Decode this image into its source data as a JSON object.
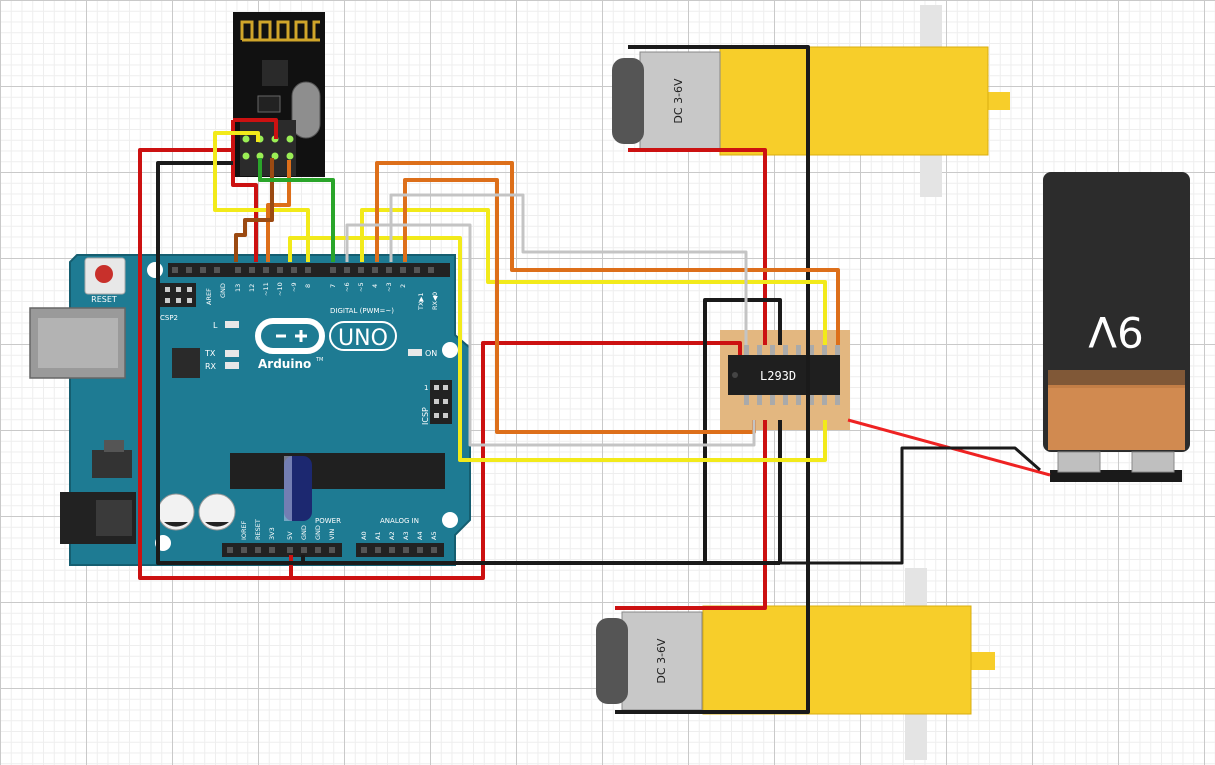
{
  "arduino": {
    "reset_label": "RESET",
    "csp_label": "CSP2",
    "aref_label": "AREF",
    "gnd_label": "GND",
    "pin13": "13",
    "pin12": "12",
    "pin11": "~11",
    "pin10": "~10",
    "pin9": "~9",
    "pin8": "8",
    "pin7": "7",
    "pin6": "~6",
    "pin5": "~5",
    "pin4": "4",
    "pin3": "~3",
    "pin2": "2",
    "tx_pin": "TX▶1",
    "rx_pin": "RX◀0",
    "digital_label": "DIGITAL (PWM=~)",
    "l_label": "L",
    "tx_label": "TX",
    "rx_label": "RX",
    "on_label": "ON",
    "brand": "Arduino",
    "tm": "TM",
    "uno": "UNO",
    "icsp_label": "ICSP",
    "icsp_num": "1",
    "ioref_label": "IOREF",
    "reset_pin_label": "RESET",
    "v3_label": "3V3",
    "v5_label": "5V",
    "gnd1_label": "GND",
    "gnd2_label": "GND",
    "vin_label": "VIN",
    "power_label": "POWER",
    "analog_label": "ANALOG IN",
    "analog_pins": [
      "A0",
      "A1",
      "A2",
      "A3",
      "A4",
      "A5"
    ]
  },
  "driver": {
    "chip_label": "L293D"
  },
  "motors": {
    "top_label": "DC 3-6V",
    "bottom_label": "DC 3-6V"
  },
  "battery": {
    "label": "9V"
  },
  "colors": {
    "board": "#1e7b93",
    "wire_red": "#cc1111",
    "wire_black": "#1a1a1a",
    "wire_yellow": "#f2ea1a",
    "wire_orange": "#dd6f1a",
    "wire_brown": "#9b4a12",
    "wire_green": "#2aa52a",
    "wire_gray": "#c4c4c4",
    "motor_yellow": "#f7ce2a",
    "battery_copper": "#d18a50"
  }
}
